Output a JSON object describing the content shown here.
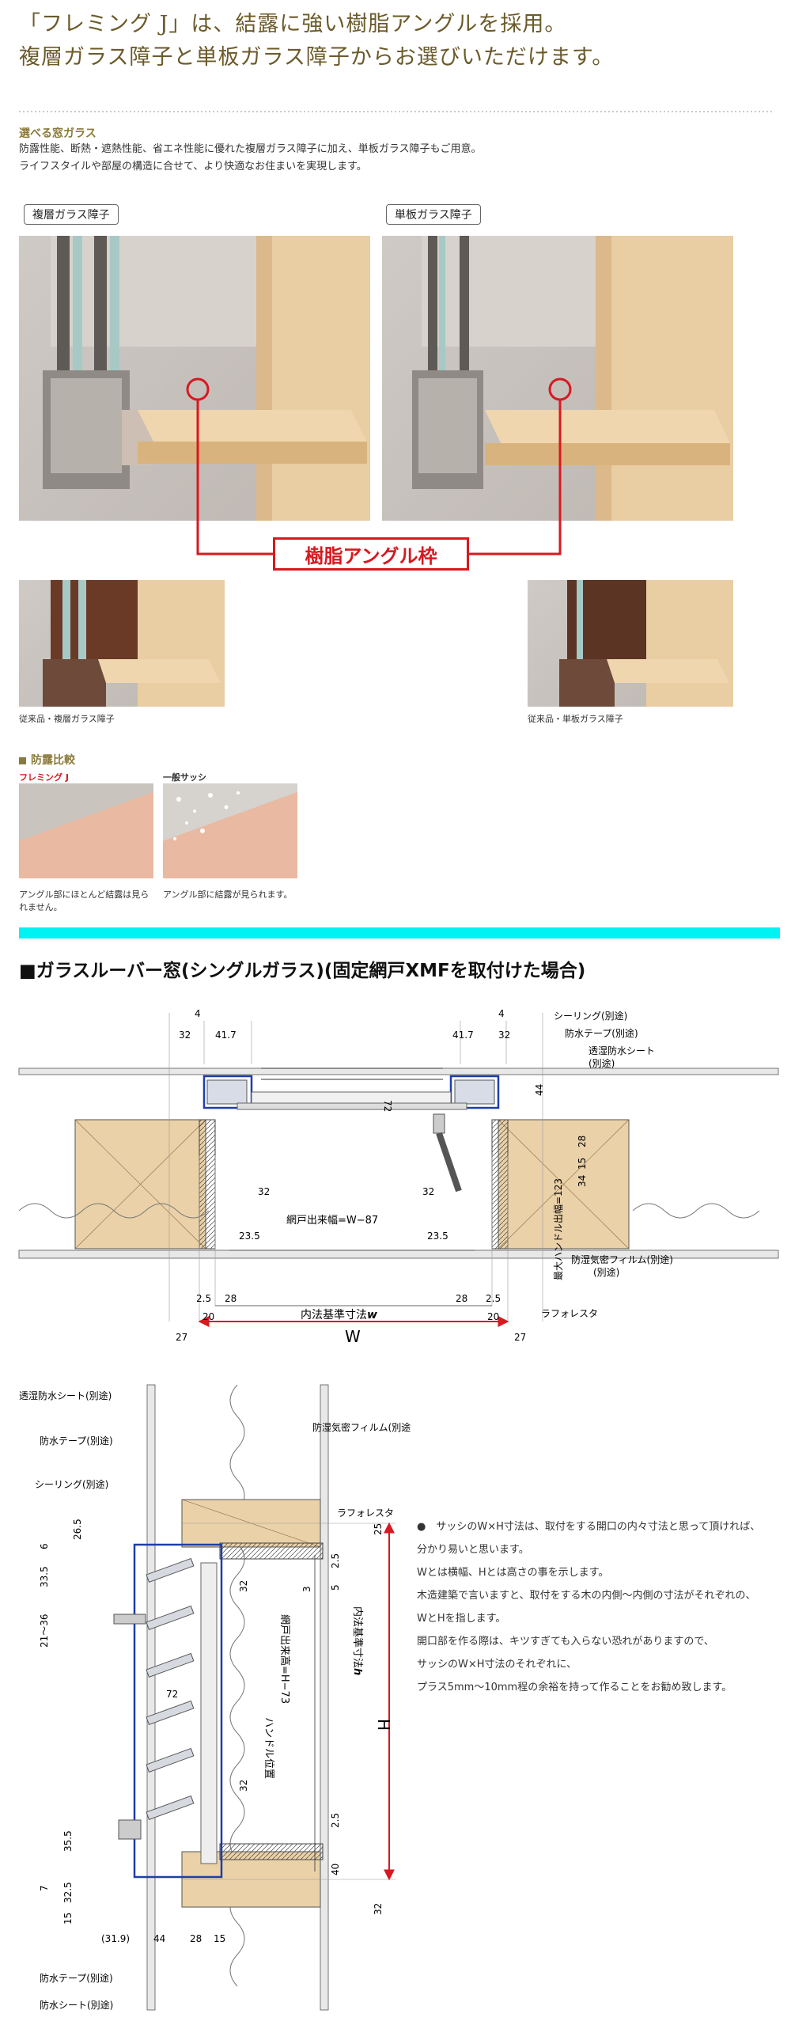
{
  "headline": {
    "line1": "「フレミング J」は、結露に強い樹脂アングルを採用。",
    "line2": "複層ガラス障子と単板ガラス障子からお選びいただけます。"
  },
  "glass_section": {
    "title": "選べる窓ガラス",
    "line1": "防露性能、断熱・遮熱性能、省エネ性能に優れた複層ガラス障子に加え、単板ガラス障子もご用意。",
    "line2": "ライフスタイルや部屋の構造に合せて、より快適なお住まいを実現します。"
  },
  "photos": {
    "double_label": "複層ガラス障子",
    "single_label": "単板ガラス障子",
    "callout": "樹脂アングル枠",
    "old_double_caption": "従来品・複層ガラス障子",
    "old_single_caption": "従来品・単板ガラス障子"
  },
  "condensation": {
    "title": "防露比較",
    "left_label": "フレミング J",
    "right_label": "一般サッシ",
    "left_caption_1": "アングル部にほとんど結露は見ら",
    "left_caption_2": "れません。",
    "right_caption": "アングル部に結露が見られます。"
  },
  "section_heading": "■ガラスルーバー窓(シングルガラス)(固定網戸XMFを取付けた場合)",
  "plan": {
    "dim_4_left": "4",
    "dim_32_left": "32",
    "dim_417_left": "41.7",
    "dim_4_right": "4",
    "dim_417_right": "41.7",
    "dim_32_right": "32",
    "label_sealing": "シーリング(別途)",
    "label_tape": "防水テープ(別途)",
    "label_sheet_1": "透湿防水シート",
    "label_sheet_2": "(別途)",
    "dim_44": "44",
    "dim_72": "72",
    "dim_28": "28",
    "dim_15": "15",
    "dim_34": "34",
    "dim_32_mid_left": "32",
    "dim_32_mid_right": "32",
    "screen_width": "網戸出来幅=W−87",
    "dim_235_left": "23.5",
    "dim_235_right": "23.5",
    "max_handle": "最大ハンドル出幅=123",
    "label_film_1": "防湿気密フィルム(別途)",
    "label_film_2": "(別途)",
    "dim_25_left": "2.5",
    "dim_28_left": "28",
    "dim_28_right": "28",
    "dim_25_right": "2.5",
    "dim_20_left": "20",
    "dim_20_right": "20",
    "inner_std": "内法基準寸法",
    "inner_std_w": "w",
    "label_lath": "ラフォレスタ",
    "dim_27_left": "27",
    "dim_27_right": "27",
    "W": "W"
  },
  "section": {
    "label_sheet": "透湿防水シート(別途)",
    "label_tape": "防水テープ(別途)",
    "label_sealing": "シーリング(別途)",
    "label_film": "防湿気密フィルム(別途)",
    "label_lath": "ラフォレスタ",
    "dim_6": "6",
    "dim_265": "26.5",
    "dim_335": "33.5",
    "dim_2136": "21〜36",
    "dim_25_top": "25",
    "dim_25a": "2.5",
    "dim_5": "5",
    "dim_3": "3",
    "dim_32a": "32",
    "dim_72": "72",
    "dim_32b": "32",
    "screen_height": "網戸出来高=H−73",
    "handle_pos": "ハンドル位置",
    "inner_std_h": "内法基準寸法",
    "h_italic": "h",
    "H": "H",
    "dim_25b": "2.5",
    "dim_355": "35.5",
    "dim_7": "7",
    "dim_325": "32.5",
    "dim_15": "15",
    "dim_40": "40",
    "dim_32c": "32",
    "dim_319": "(31.9)",
    "dim_44": "44",
    "dim_28": "28",
    "dim_15b": "15",
    "label_tape_bottom": "防水テープ(別途)",
    "label_sheet_bottom": "防水シート(別途)"
  },
  "notes": {
    "l1": "●　サッシのW×H寸法は、取付をする開口の内々寸法と思って頂ければ、",
    "l2": "分かり易いと思います。",
    "l3": "Wとは横幅、Hとは高さの事を示します。",
    "l4": "木造建築で言いますと、取付をする木の内側〜内側の寸法がそれぞれの、",
    "l5": "WとHを指します。",
    "l6": "開口部を作る際は、キツすぎても入らない恐れがありますので、",
    "l7": "サッシのW×H寸法のそれぞれに、",
    "l8": "プラス5mm〜10mm程の余裕を持って作ることをお勧め致します。"
  }
}
